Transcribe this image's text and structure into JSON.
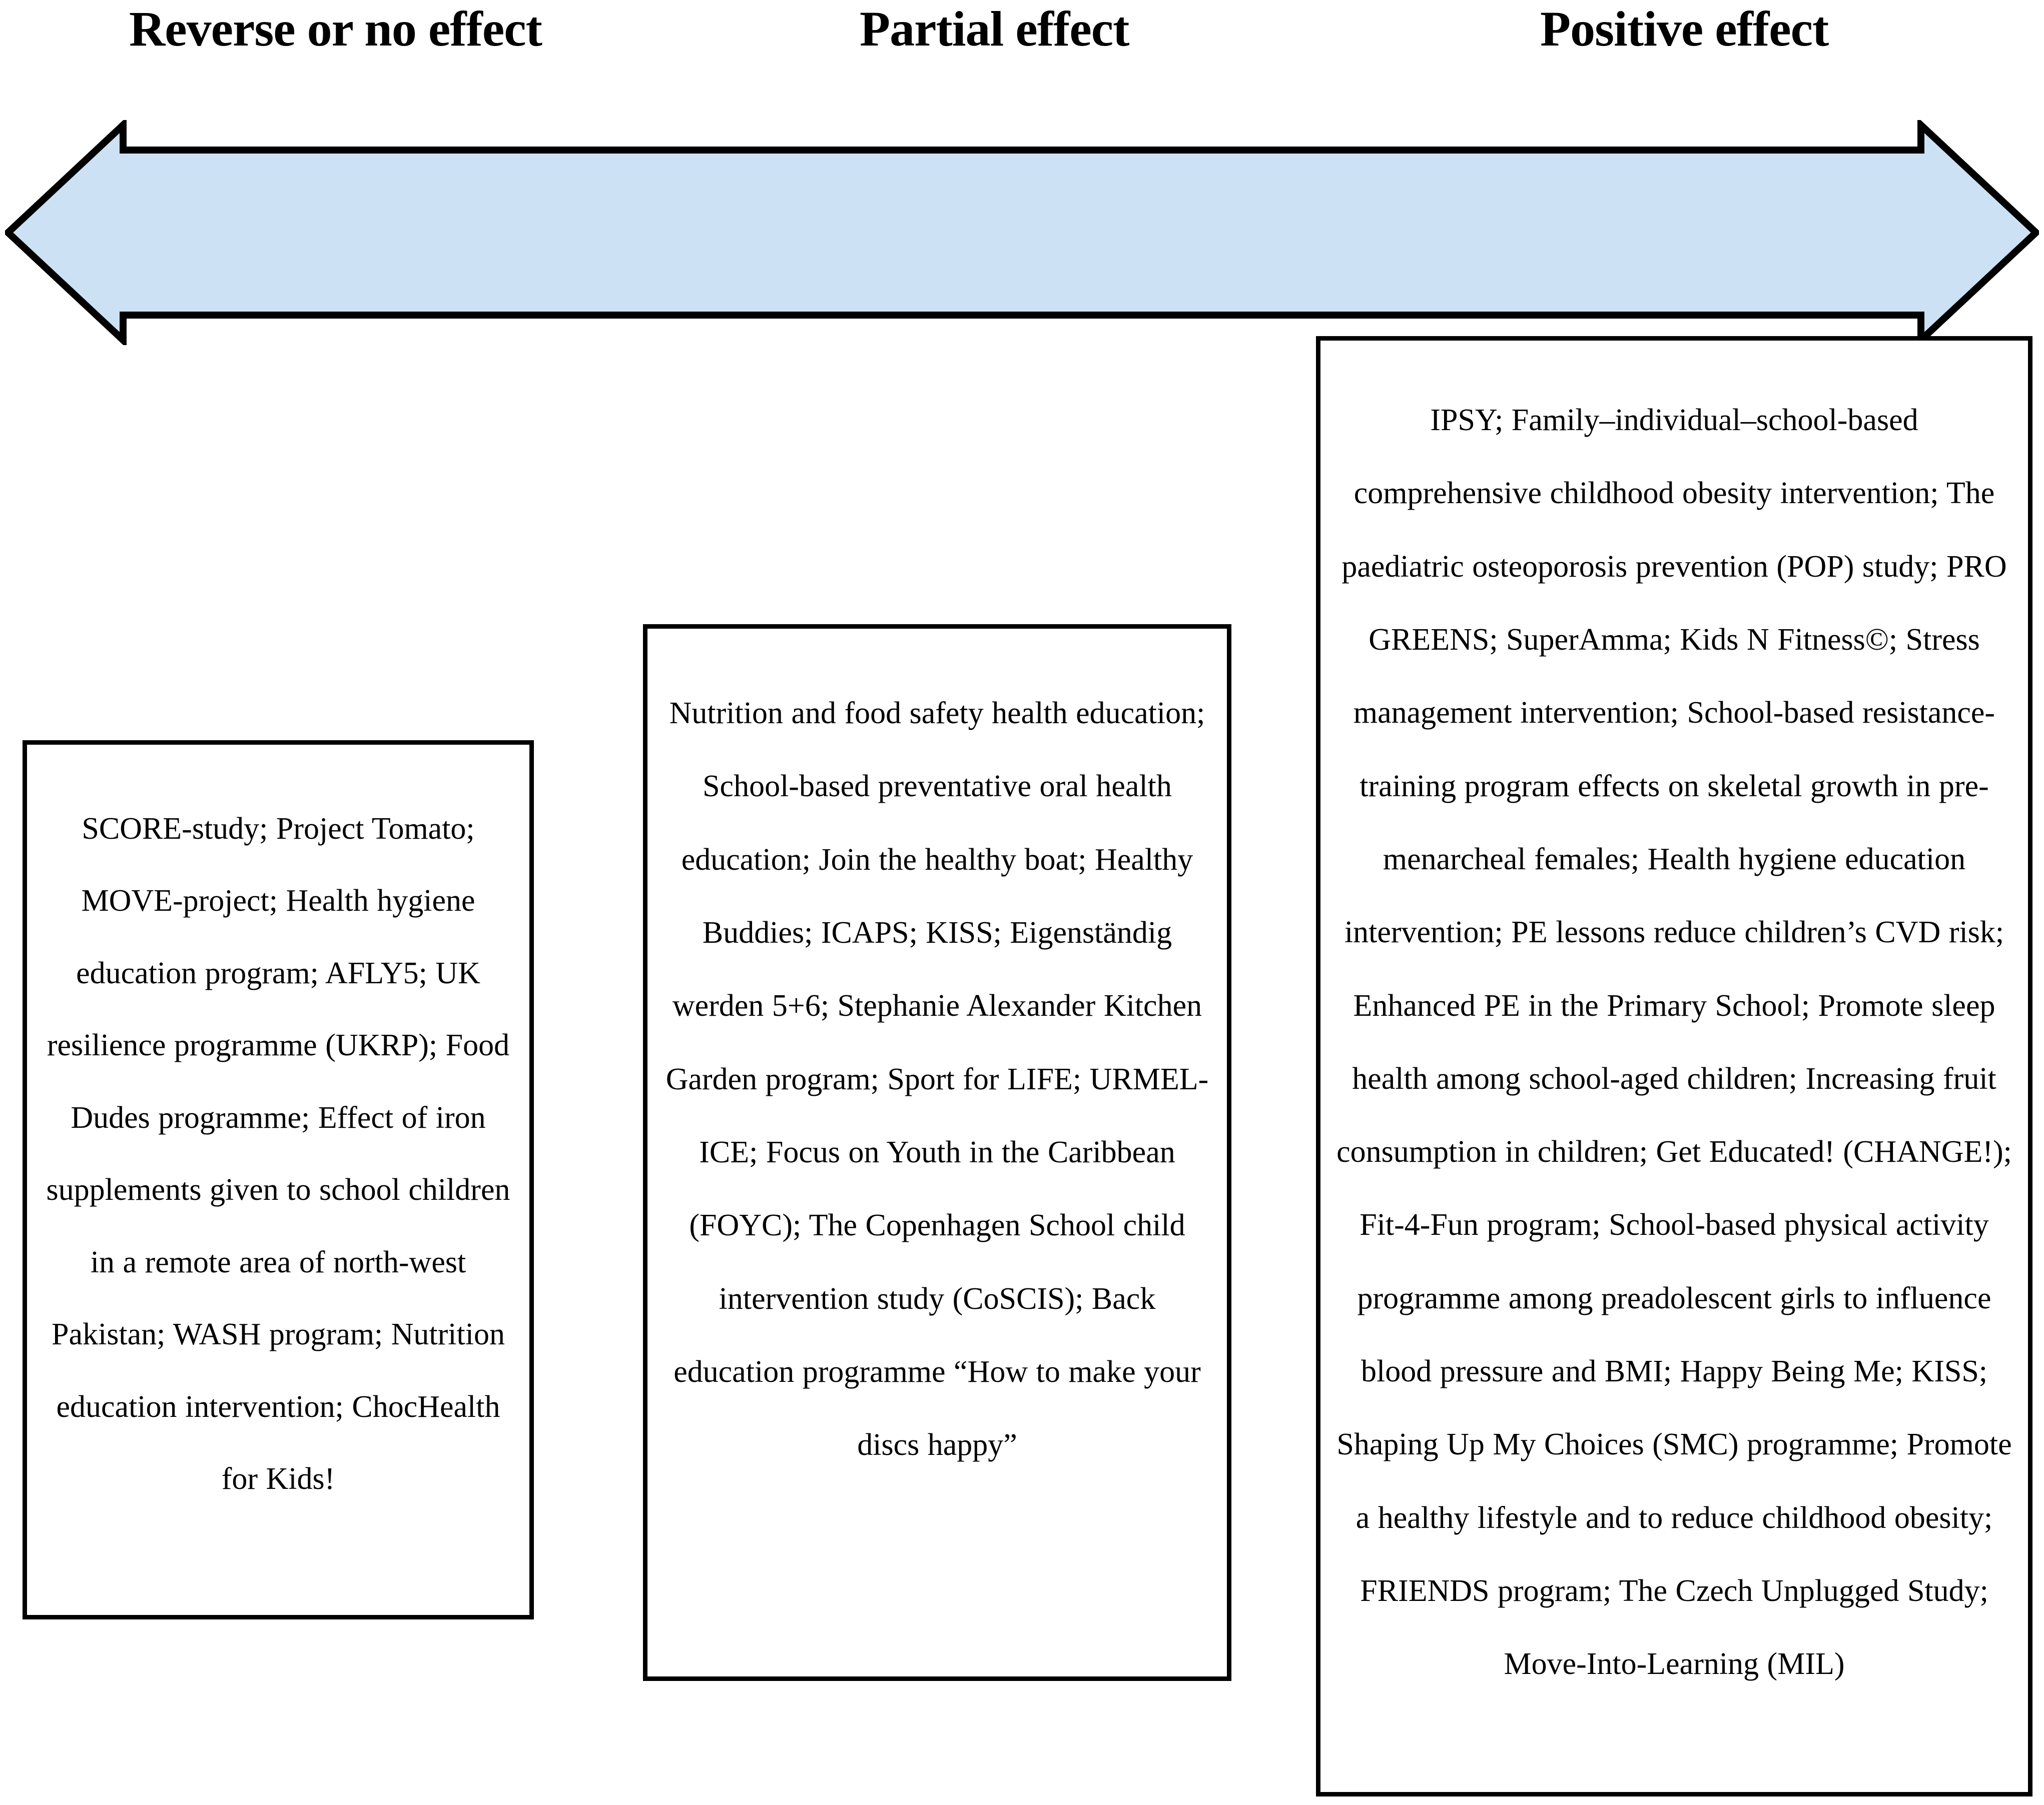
{
  "figure": {
    "type": "effect-spectrum-diagram",
    "arrow": {
      "direction": "bidirectional",
      "fill_color": "#cce2f4",
      "stroke_color": "#000000"
    }
  },
  "headers": {
    "reverse": "Reverse or no effect",
    "partial": "Partial effect",
    "positive": "Positive effect"
  },
  "boxes": {
    "reverse_or_no_effect": {
      "label": "Reverse or no effect",
      "text": "SCORE-study; Project Tomato; MOVE-project; Health hygiene education program; AFLY5; UK resilience programme (UKRP); Food Dudes programme; Effect of iron supplements given to school children in a remote area of north-west Pakistan; WASH program; Nutrition education intervention; ChocHealth for Kids!",
      "items": [
        "SCORE-study",
        "Project Tomato",
        "MOVE-project",
        "Health hygiene education program",
        "AFLY5",
        "UK resilience programme (UKRP)",
        "Food Dudes programme",
        "Effect of iron supplements given to school children in a remote area of north-west Pakistan",
        "WASH program",
        "Nutrition education intervention",
        "ChocHealth for Kids!"
      ]
    },
    "partial_effect": {
      "label": "Partial effect",
      "text": "Nutrition and food safety health education; School-based preventative oral health education; Join the healthy boat; Healthy Buddies; ICAPS; KISS; Eigenständig werden 5+6; Stephanie Alexander Kitchen Garden program; Sport for LIFE; URMEL-ICE; Focus on Youth in the Caribbean (FOYC); The Copenhagen School child intervention study (CoSCIS); Back education programme “How to make your discs happy”",
      "items": [
        "Nutrition and food safety health education",
        "School-based preventative oral health education",
        "Join the healthy boat",
        "Healthy Buddies",
        "ICAPS",
        "KISS",
        "Eigenständig werden 5+6",
        "Stephanie Alexander Kitchen Garden program",
        "Sport for LIFE",
        "URMEL-ICE",
        "Focus on Youth in the Caribbean (FOYC)",
        "The Copenhagen School child intervention study (CoSCIS)",
        "Back education programme “How to make your discs happy”"
      ]
    },
    "positive_effect": {
      "label": "Positive effect",
      "text": "IPSY; Family–individual–school-based comprehensive childhood obesity intervention; The paediatric osteoporosis prevention (POP) study; PRO GREENS; SuperAmma; Kids N Fitness©; Stress management intervention; School-based resistance-training program effects on skeletal growth in pre-menarcheal females; Health hygiene education intervention; PE lessons reduce children’s CVD risk; Enhanced PE in the Primary School; Promote sleep health among school-aged children; Increasing fruit consumption in children; Get Educated! (CHANGE!); Fit-4-Fun program; School-based physical activity programme among preadolescent girls to influence blood pressure and BMI; Happy Being Me; KISS; Shaping Up My Choices (SMC) programme; Promote a healthy lifestyle and to reduce childhood obesity; FRIENDS program; The Czech Unplugged Study; Move-Into-Learning (MIL)",
      "items": [
        "IPSY",
        "Family–individual–school-based comprehensive childhood obesity intervention",
        "The paediatric osteoporosis prevention (POP) study",
        "PRO GREENS",
        "SuperAmma",
        "Kids N Fitness©",
        "Stress management intervention",
        "School-based resistance-training program effects on skeletal growth in pre-menarcheal females",
        "Health hygiene education intervention",
        "PE lessons reduce children’s CVD risk",
        "Enhanced PE in the Primary School",
        "Promote sleep health among school-aged children",
        "Increasing fruit consumption in children",
        "Get Educated! (CHANGE!)",
        "Fit-4-Fun program",
        "School-based physical activity programme among preadolescent girls to influence blood pressure and BMI",
        "Happy Being Me",
        "KISS",
        "Shaping Up My Choices (SMC) programme",
        "Promote a healthy lifestyle and to reduce childhood obesity",
        "FRIENDS program",
        "The Czech Unplugged Study",
        "Move-Into-Learning (MIL)"
      ]
    }
  }
}
